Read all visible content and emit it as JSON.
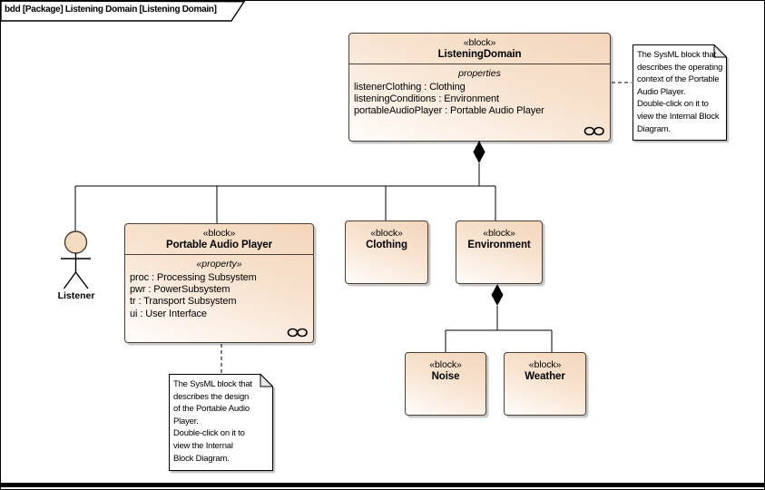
{
  "diagram": {
    "frame_label": "bdd [Package] Listening Domain [Listening Domain]"
  },
  "blocks": {
    "listening_domain": {
      "stereotype": "«block»",
      "name": "ListeningDomain",
      "compartment_label": "properties",
      "properties": [
        "listenerClothing : Clothing",
        "listeningConditions : Environment",
        "portableAudioPlayer : Portable Audio Player"
      ]
    },
    "portable_audio_player": {
      "stereotype": "«block»",
      "name": "Portable Audio Player",
      "compartment_label": "«property»",
      "properties": [
        "proc : Processing Subsystem",
        "pwr : PowerSubsystem",
        "tr : Transport Subsystem",
        "ui : User Interface"
      ]
    },
    "clothing": {
      "stereotype": "«block»",
      "name": "Clothing"
    },
    "environment": {
      "stereotype": "«block»",
      "name": "Environment"
    },
    "noise": {
      "stereotype": "«block»",
      "name": "Noise"
    },
    "weather": {
      "stereotype": "«block»",
      "name": "Weather"
    }
  },
  "actor": {
    "label": "Listener"
  },
  "notes": {
    "listening_domain_note": "The SysML block that\ndescribes the operating\ncontext of the Portable\nAudio Player.\nDouble-click on it to\nview the Internal Block\nDiagram.",
    "portable_audio_player_note": "The SysML block that\ndescribes the design\nof the Portable Audio\nPlayer.\nDouble-click on it to\nview the Internal\nBlock Diagram."
  },
  "icons": {
    "composite_diagram": "linked-circles (composite structure indicator)"
  },
  "colors": {
    "block_fill_peach": "#f3d6bb",
    "block_fill_light": "#fffdfb",
    "block_border": "#4a4038",
    "connector": "#000000",
    "note_fill": "#ffffff",
    "note_fold": "#e8e8e8",
    "frame_border": "#000000"
  }
}
